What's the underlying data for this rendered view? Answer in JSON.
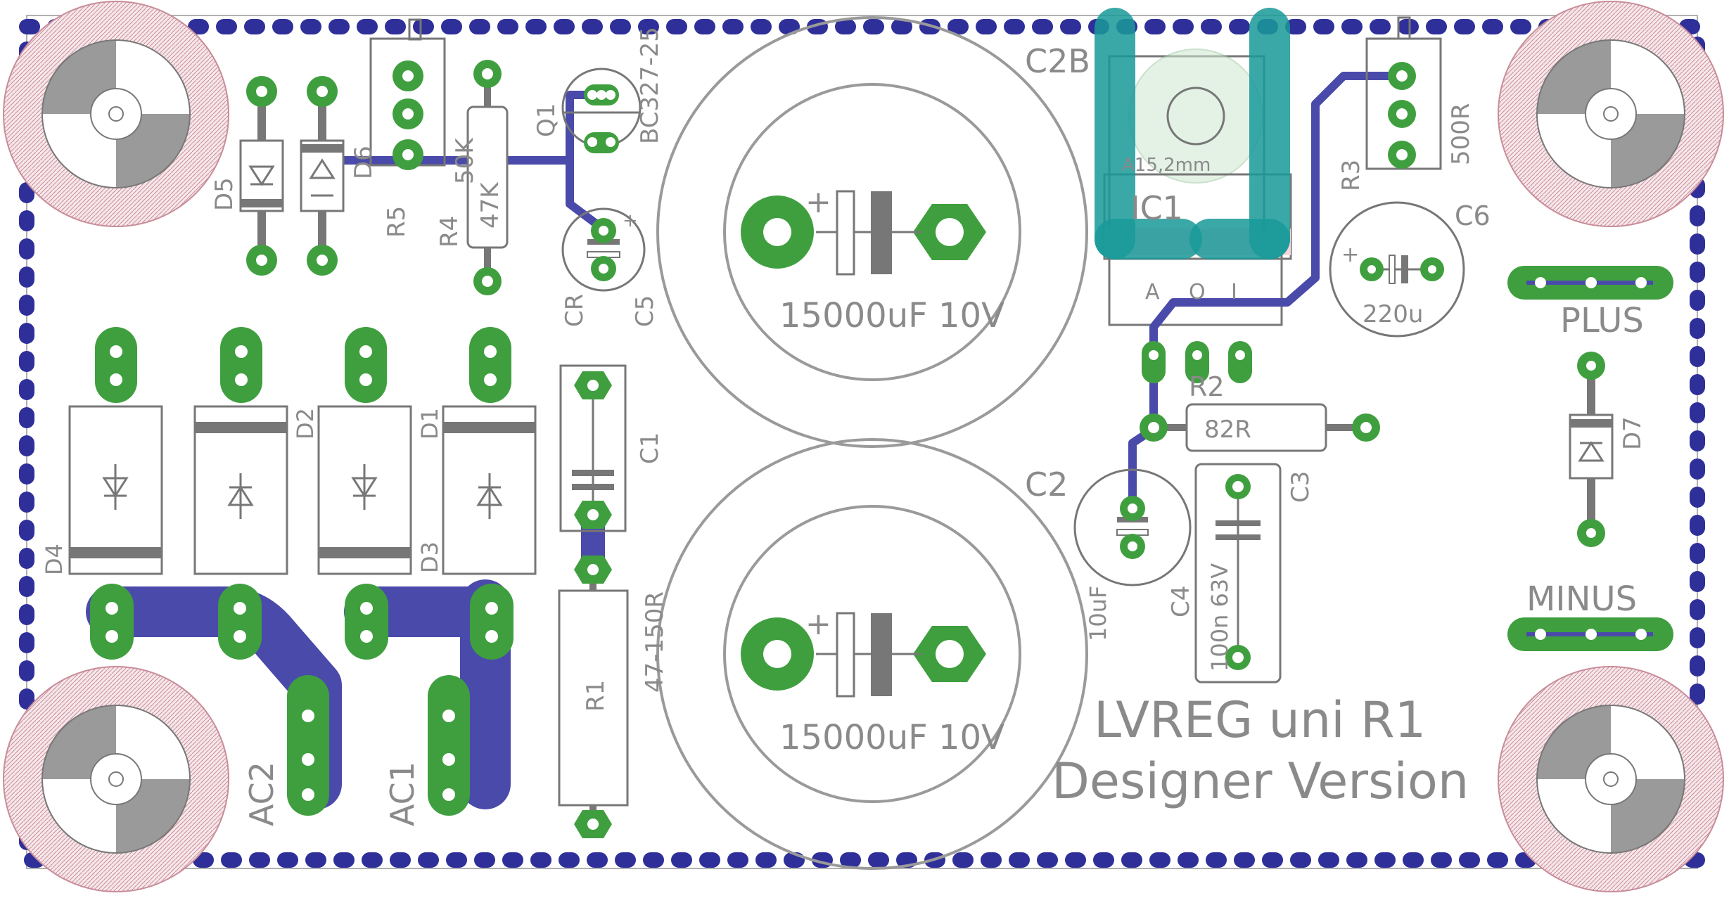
{
  "title_line1": "LVREG uni R1",
  "title_line2": "Designer Version",
  "colors": {
    "copper": "#3f9f3f",
    "track": "#4a4aaa",
    "silk": "#8a8a8a",
    "dots": "#2f2f9a",
    "hole": "#ffffff",
    "teal": "#1a9a9a"
  },
  "labels": {
    "d5": "D5",
    "d6": "D6",
    "r5": "R5",
    "r4": "R4",
    "r4_val_a": "50K",
    "r4_val_b": "47K",
    "q1": "Q1",
    "q1_val": "BC327-25",
    "cr": "CR",
    "c5": "C5",
    "cap_big1": "15000uF 10V",
    "cap_big2": "15000uF 10V",
    "c2b": "C2B",
    "ic1": "IC1",
    "ic1_hs": "A15,2mm",
    "ic1_pin_a": "A",
    "ic1_pin_o": "O",
    "ic1_pin_i": "I",
    "r3": "R3",
    "r3_val": "500R",
    "c6": "C6",
    "c6_val": "220u",
    "plus": "PLUS",
    "minus": "MINUS",
    "d7": "D7",
    "r2": "R2",
    "r2_val": "82R",
    "c2": "C2",
    "c2_val": "10uF",
    "c3": "C3",
    "c4": "C4",
    "c4_val": "100n 63V",
    "d1": "D1",
    "d2": "D2",
    "d3": "D3",
    "d4": "D4",
    "c1": "C1",
    "r1": "R1",
    "r1_val": "47-150R",
    "ac1": "AC1",
    "ac2": "AC2",
    "plus_sign": "+"
  }
}
